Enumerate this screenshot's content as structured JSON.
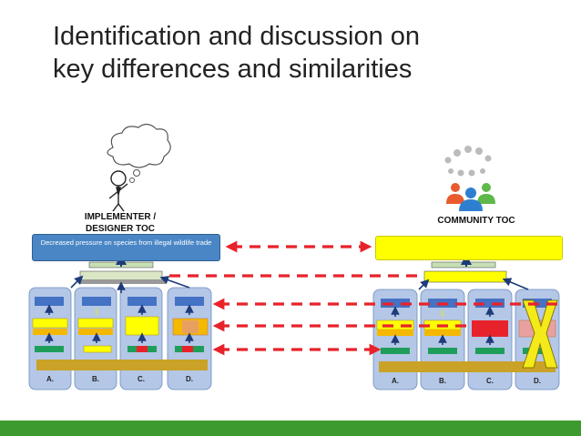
{
  "slide": {
    "title_line1": "Identification and discussion on",
    "title_line2": "key differences and similarities"
  },
  "left": {
    "actor_label_line1": "IMPLEMENTER /",
    "actor_label_line2": "DESIGNER TOC",
    "goal_text": "Decreased pressure on species from illegal wildlife trade",
    "columns": [
      "A.",
      "B.",
      "C.",
      "D."
    ]
  },
  "right": {
    "actor_label": "COMMUNITY TOC",
    "columns": [
      "A.",
      "B.",
      "C.",
      "D."
    ]
  },
  "colors": {
    "column_bg": "#b4c7e7",
    "box_blue": "#4472c4",
    "box_yellow": "#ffff00",
    "box_orange": "#f5b800",
    "box_green": "#1e9e5a",
    "box_red": "#e8222a",
    "dash_red": "#e8222a",
    "x_yellow": "#f4ea1a",
    "base_gold": "#c9a227",
    "footer_green": "#3d9a2e"
  }
}
